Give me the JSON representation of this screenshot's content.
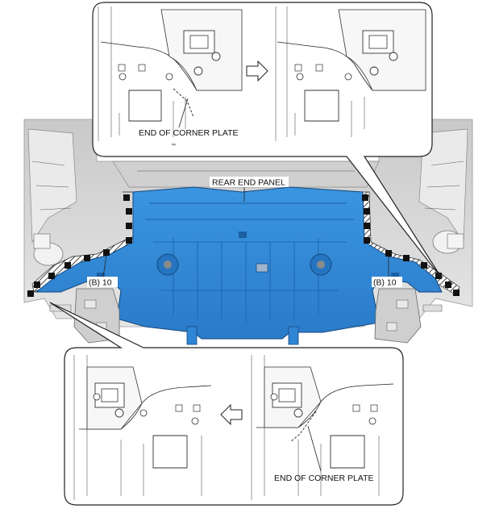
{
  "labels": {
    "corner_plate_top": "END OF CORNER PLATE",
    "corner_plate_bottom": "END OF CORNER PLATE",
    "rear_end_panel": "REAR END PANEL",
    "left_weld_count": "(B) 10",
    "right_weld_count": "(B) 10",
    "small_mark": "™"
  },
  "colors": {
    "panel_blue": "#2f86d6",
    "panel_blue_dark": "#1d5fa3",
    "body_gray": "#d8d8d8",
    "line_dark": "#222222"
  },
  "icons": {
    "top_arrow": "arrow-right-icon",
    "bottom_arrow": "arrow-left-icon"
  }
}
